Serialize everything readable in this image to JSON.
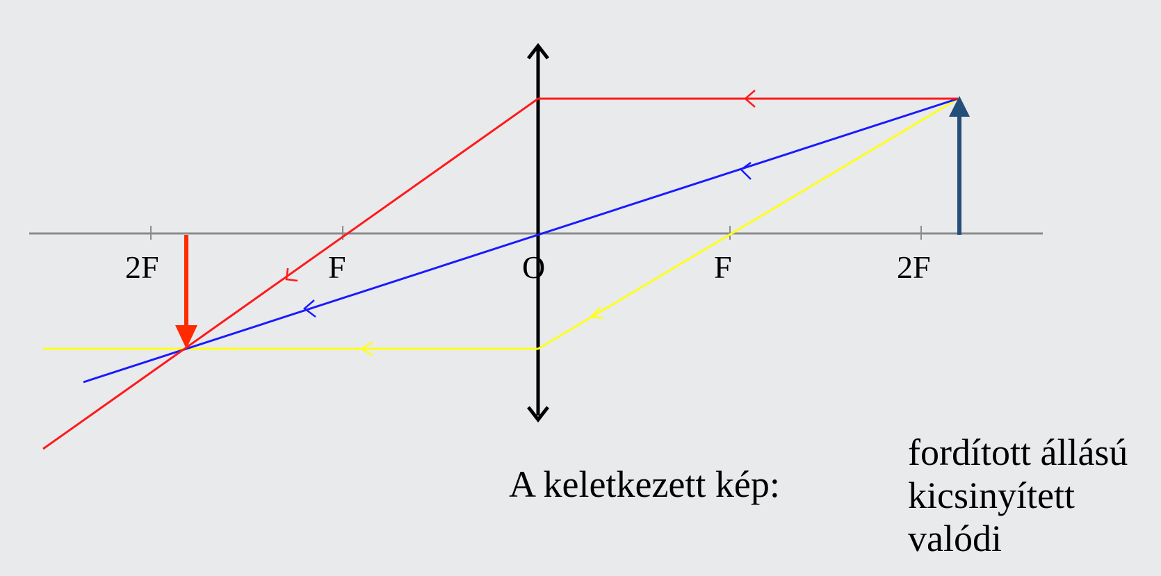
{
  "diagram": {
    "axis_labels": {
      "left_2f": "2F",
      "left_f": "F",
      "center_o": "O",
      "right_f": "F",
      "right_2f": "2F"
    },
    "caption": "A keletkezett kép:",
    "properties": [
      "fordított állású",
      "kicsinyített",
      "valódi"
    ],
    "colors": {
      "background": "#e9eaec",
      "axis": "#8c8c8c",
      "lens": "#000000",
      "ray_parallel": "#ff1a1a",
      "ray_center": "#1a1aff",
      "ray_focal": "#ffff1a",
      "object_arrow": "#264e7a",
      "image_arrow": "#ff2a00"
    }
  }
}
